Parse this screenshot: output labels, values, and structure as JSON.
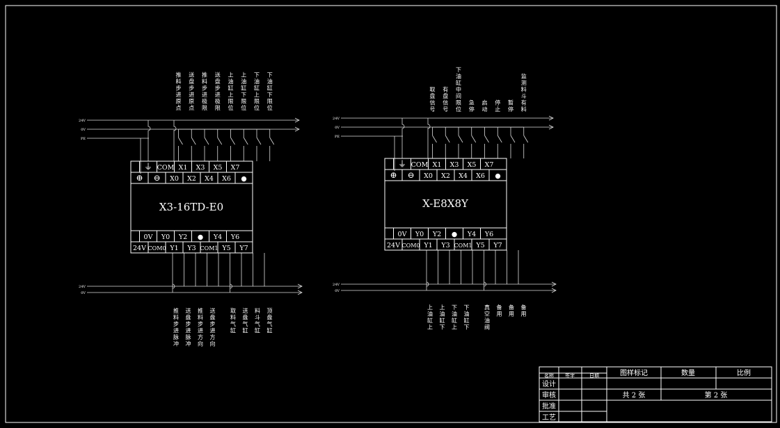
{
  "plc1": {
    "model": "X3-16TD-E0",
    "in_top": [
      "⏚",
      "COM",
      "X1",
      "X3",
      "X5",
      "X7"
    ],
    "in_bot": [
      "⊕",
      "⊖",
      "X0",
      "X2",
      "X4",
      "X6",
      "●"
    ],
    "out_top": [
      "0V",
      "Y0",
      "Y2",
      "●",
      "Y4",
      "Y6"
    ],
    "out_bot": [
      "24V",
      "COM0",
      "Y1",
      "Y3",
      "COM1",
      "Y5",
      "Y7"
    ],
    "input_labels": [
      "推料步进原点",
      "送盘步进原点",
      "推料步进极限",
      "送盘步进极限",
      "上油缸上限位",
      "上油缸下限位",
      "下油缸上限位",
      "下油缸下限位"
    ],
    "output_labels": [
      "推料步进脉冲",
      "送盘步进脉冲",
      "推料步进方向",
      "送盘步进方向",
      "取料气缸",
      "送盘气缸",
      "料斗气缸",
      "顶盘气缸"
    ],
    "rail_top": [
      "24V",
      "0V",
      "PE"
    ],
    "rail_bot": [
      "24V",
      "0V"
    ]
  },
  "plc2": {
    "model": "X-E8X8Y",
    "in_top": [
      "⏚",
      "COM",
      "X1",
      "X3",
      "X5",
      "X7"
    ],
    "in_bot": [
      "⊕",
      "⊖",
      "X0",
      "X2",
      "X4",
      "X6",
      "●"
    ],
    "out_top": [
      "0V",
      "Y0",
      "Y2",
      "●",
      "Y4",
      "Y6"
    ],
    "out_bot": [
      "24V",
      "COM0",
      "Y1",
      "Y3",
      "COM1",
      "Y5",
      "Y7"
    ],
    "input_labels": [
      "取盘信号",
      "有盘信号",
      "下油缸中间限位",
      "急停",
      "启动",
      "停止",
      "暂停",
      "监测料斗有料"
    ],
    "output_labels": [
      "上油缸上",
      "上油缸下",
      "下油缸上",
      "下油缸下",
      "真空油阀",
      "备用",
      "备用",
      "备用"
    ],
    "rail_top": [
      "24V",
      "0V",
      "PE"
    ],
    "rail_bot": [
      "24V",
      "0V"
    ]
  },
  "title_block": {
    "header": [
      "名称",
      "签字",
      "日期"
    ],
    "rows": [
      "设计",
      "审核",
      "批准",
      "工艺"
    ],
    "marks": [
      "图样标记",
      "数量",
      "比例"
    ],
    "sheets": "共 2 张",
    "sheet_no": "第 2 张"
  }
}
